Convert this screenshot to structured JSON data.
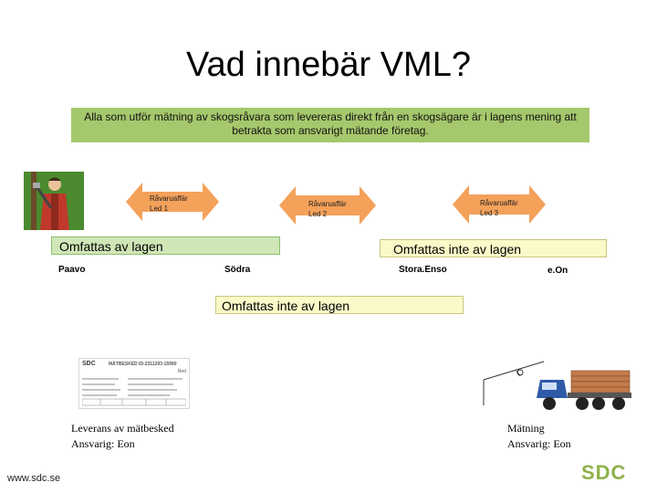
{
  "title": "Vad innebär VML?",
  "intro_text": "Alla som utför mätning av skogsråvara som levereras direkt från en skogsägare är i lagens mening att betrakta som ansvarigt mätande företag.",
  "arrows": [
    {
      "label_line1": "Råvaruaffär",
      "label_line2": "Led 1"
    },
    {
      "label_line1": "Råvaruaffär",
      "label_line2": "Led 2"
    },
    {
      "label_line1": "Råvaruaffär",
      "label_line2": "Led 3"
    }
  ],
  "bars": {
    "covered": "Omfattas av lagen",
    "not_covered_top": "Omfattas inte av lagen",
    "not_covered_bottom": "Omfattas inte av lagen"
  },
  "parties": [
    "Paavo",
    "Södra",
    "Stora.Enso",
    "e.On"
  ],
  "document": {
    "logo": "SDC",
    "heading": "MÄTBESKED ID-2311293-15990",
    "corner": "Red"
  },
  "captions": {
    "left_title": "Leverans av mätbesked",
    "left_sub": "Ansvarig: Eon",
    "right_title": "Mätning",
    "right_sub": "Ansvarig: Eon"
  },
  "footer": {
    "url": "www.sdc.se",
    "logo": "SDC"
  },
  "colors": {
    "green_box": "#a5c86c",
    "arrow_orange": "#f4a15a",
    "green_bar": "#cfe6b7",
    "yellow_bar": "#fbf9c8",
    "logo_green": "#8fb24a"
  },
  "icons": [
    "woodcutter-icon",
    "truck-icon"
  ]
}
